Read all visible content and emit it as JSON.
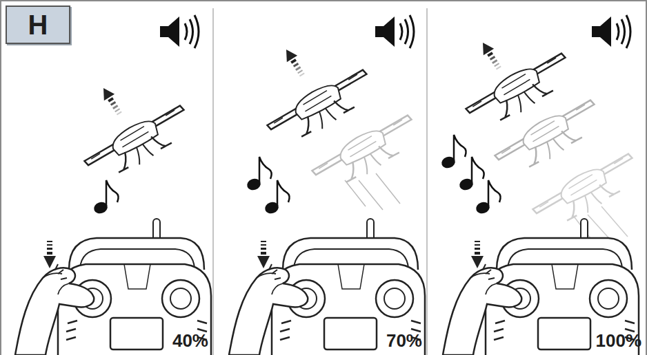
{
  "diagram": {
    "nodes": [
      {
        "text": [
          "H"
        ]
      }
    ],
    "labels": [
      "40%",
      "70%",
      "100%"
    ]
  }
}
